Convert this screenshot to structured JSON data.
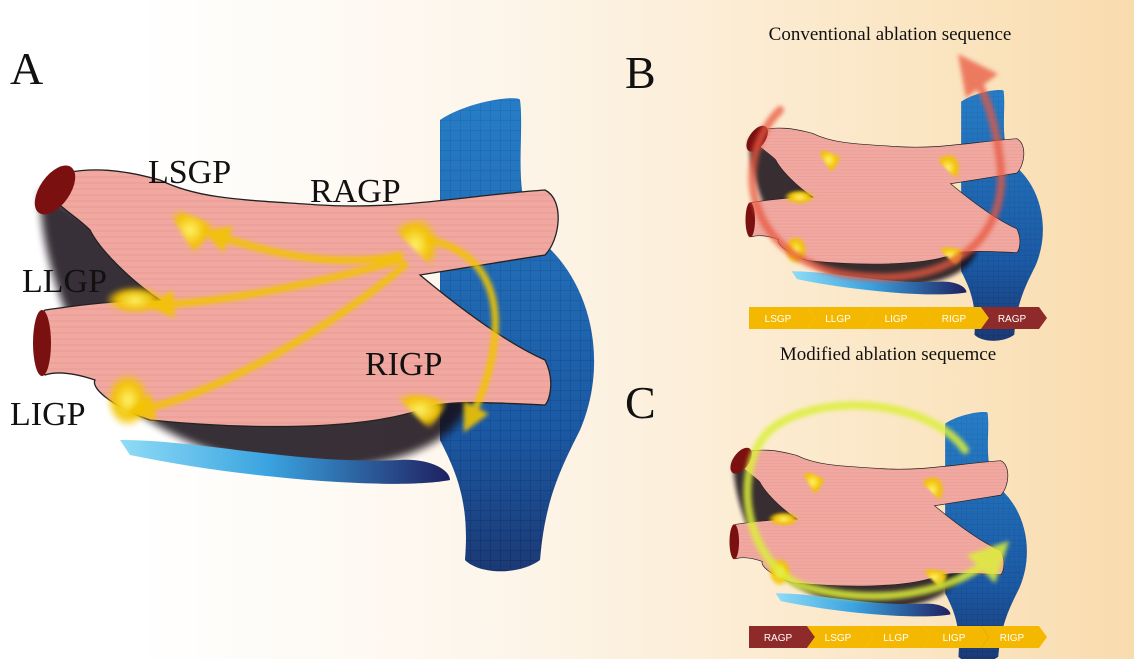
{
  "panels": {
    "a": {
      "letter": "A"
    },
    "b": {
      "letter": "B",
      "title": "Conventional ablation sequence"
    },
    "c": {
      "letter": "C",
      "title": "Modified ablation sequemce"
    }
  },
  "gp_labels": {
    "lsgp": "LSGP",
    "ragp": "RAGP",
    "llgp": "LLGP",
    "rigp": "RIGP",
    "ligp": "LIGP"
  },
  "sequences": {
    "conventional": [
      {
        "label": "LSGP",
        "color": "#f5b800"
      },
      {
        "label": "LLGP",
        "color": "#f5b800"
      },
      {
        "label": "LIGP",
        "color": "#f5b800"
      },
      {
        "label": "RIGP",
        "color": "#f5b800"
      },
      {
        "label": "RAGP",
        "color": "#8e2a2a"
      }
    ],
    "modified": [
      {
        "label": "RAGP",
        "color": "#8e2a2a"
      },
      {
        "label": "LSGP",
        "color": "#f5b800"
      },
      {
        "label": "LLGP",
        "color": "#f5b800"
      },
      {
        "label": "LIGP",
        "color": "#f5b800"
      },
      {
        "label": "RIGP",
        "color": "#f5b800"
      }
    ]
  },
  "colors": {
    "atrium": "#f0a8a0",
    "vein_ostium": "#7a1010",
    "svc_ivc": "#1f6fb8",
    "coronary_sinus": "#56c3ec",
    "gp_marker": "#f2c400",
    "conventional_arrow": "#e8583f",
    "modified_arrow": "#dcef3a"
  }
}
